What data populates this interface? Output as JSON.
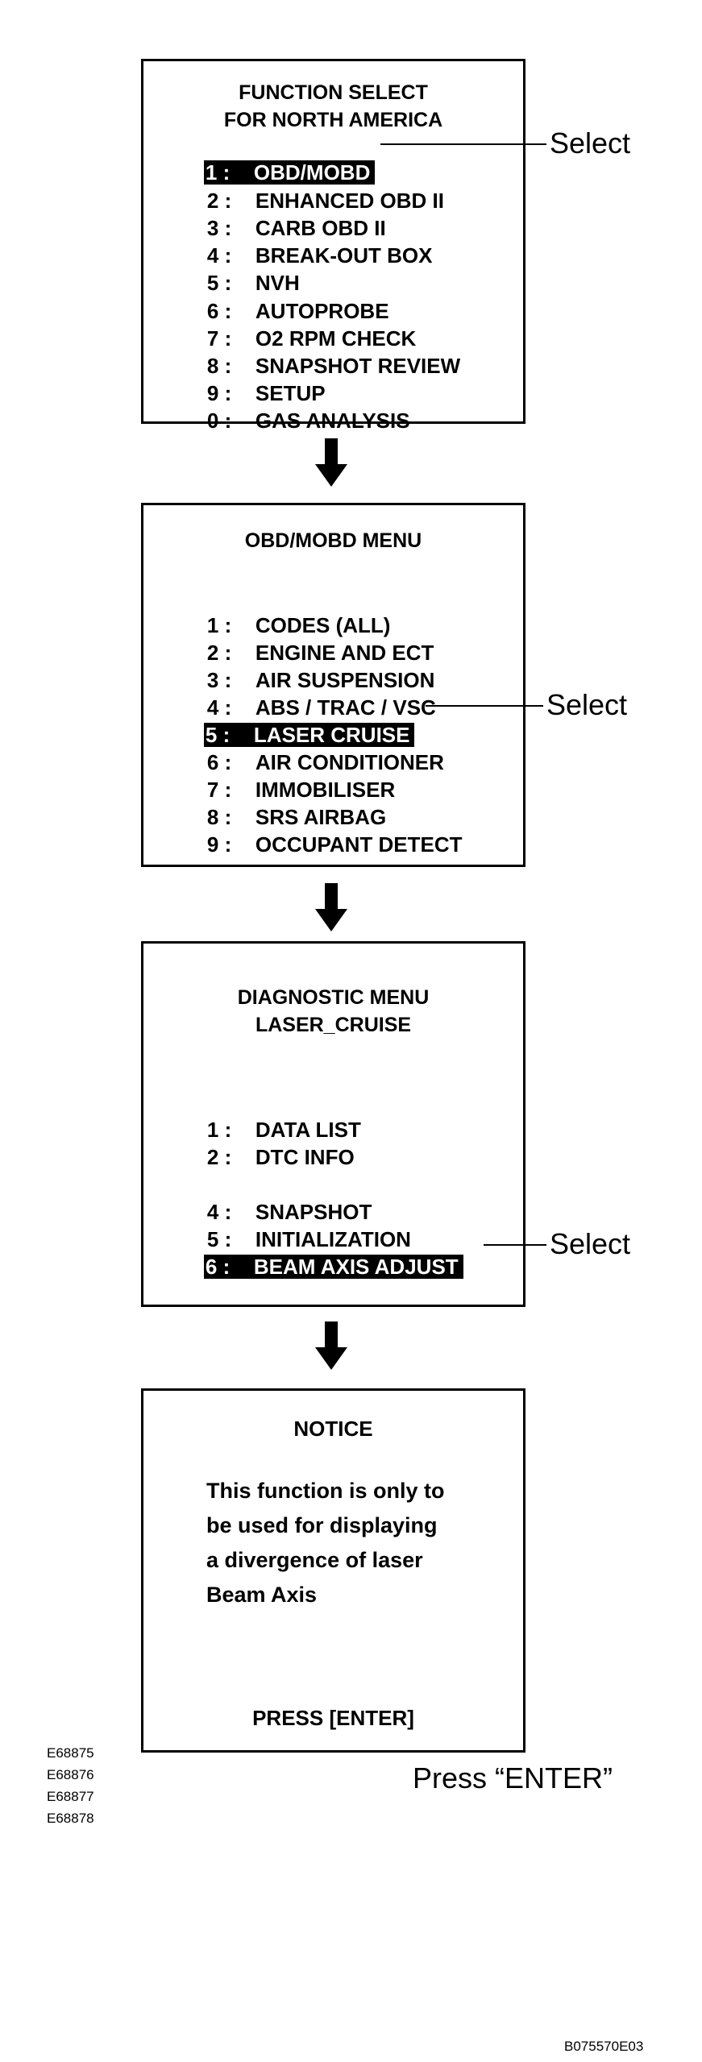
{
  "screens": [
    {
      "title_lines": [
        "FUNCTION SELECT",
        "FOR NORTH AMERICA"
      ],
      "items": [
        {
          "num": "1 :",
          "label": "OBD/MOBD",
          "selected": true
        },
        {
          "num": "2 :",
          "label": "ENHANCED OBD II"
        },
        {
          "num": "3 :",
          "label": "CARB OBD II"
        },
        {
          "num": "4 :",
          "label": "BREAK-OUT BOX"
        },
        {
          "num": "5 :",
          "label": "NVH"
        },
        {
          "num": "6 :",
          "label": "AUTOPROBE"
        },
        {
          "num": "7 :",
          "label": "O2 RPM CHECK"
        },
        {
          "num": "8 :",
          "label": "SNAPSHOT REVIEW"
        },
        {
          "num": "9 :",
          "label": "SETUP"
        },
        {
          "num": "0 :",
          "label": "GAS ANALYSIS"
        }
      ]
    },
    {
      "title_lines": [
        "OBD/MOBD MENU"
      ],
      "items": [
        {
          "num": "1 :",
          "label": "CODES (ALL)"
        },
        {
          "num": "2 :",
          "label": "ENGINE AND ECT"
        },
        {
          "num": "3 :",
          "label": "AIR SUSPENSION"
        },
        {
          "num": "4 :",
          "label": "ABS / TRAC / VSC"
        },
        {
          "num": "5 :",
          "label": "LASER CRUISE",
          "selected": true
        },
        {
          "num": "6 :",
          "label": "AIR CONDITIONER"
        },
        {
          "num": "7 :",
          "label": "IMMOBILISER"
        },
        {
          "num": "8 :",
          "label": "SRS AIRBAG"
        },
        {
          "num": "9 :",
          "label": "OCCUPANT DETECT"
        }
      ]
    },
    {
      "title_lines": [
        "DIAGNOSTIC MENU",
        "LASER_CRUISE"
      ],
      "items": [
        {
          "num": "1 :",
          "label": "DATA LIST"
        },
        {
          "num": "2 :",
          "label": "DTC INFO"
        },
        {
          "num": "4 :",
          "label": "SNAPSHOT"
        },
        {
          "num": "5 :",
          "label": "INITIALIZATION"
        },
        {
          "num": "6 :",
          "label": "BEAM AXIS ADJUST",
          "selected": true
        }
      ]
    },
    {
      "title_lines": [
        "NOTICE"
      ],
      "body_lines": [
        "This function is only to",
        "be used for displaying",
        "a divergence of laser",
        "Beam Axis"
      ],
      "footer": "PRESS [ENTER]"
    }
  ],
  "callouts": {
    "select": "Select",
    "press_enter": "Press “ENTER”"
  },
  "image_codes": [
    "E68875",
    "E68876",
    "E68877",
    "E68878"
  ],
  "figure_ref": "B075570E03"
}
